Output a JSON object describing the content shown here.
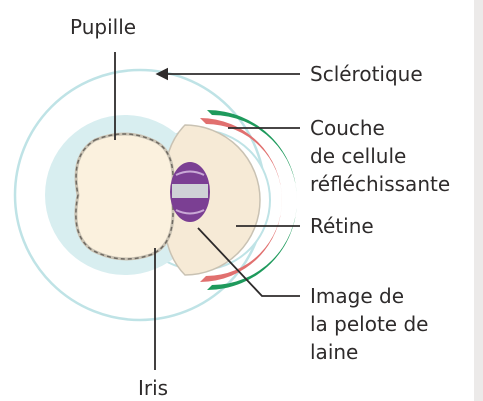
{
  "labels": {
    "pupille": "Pupille",
    "sclerotique": "Sclérotique",
    "couche_line1": "Couche",
    "couche_line2": "de cellule",
    "couche_line3": "réfléchissante",
    "retine": "Rétine",
    "image_line1": "Image de",
    "image_line2": "la pelote de",
    "image_line3": "laine",
    "iris": "Iris"
  },
  "colors": {
    "sclera_ring": "#bfe3e6",
    "iris_fill": "#d8eef0",
    "pupil_fill": "#fbf1de",
    "pupil_border": "#c9c2b3",
    "reflective_layer": "#1e9a5c",
    "retina": "#e1706f",
    "lens_fill": "#f6ead6",
    "yarn_ball": "#7b3f93",
    "leader_line": "#2e2b2b"
  }
}
